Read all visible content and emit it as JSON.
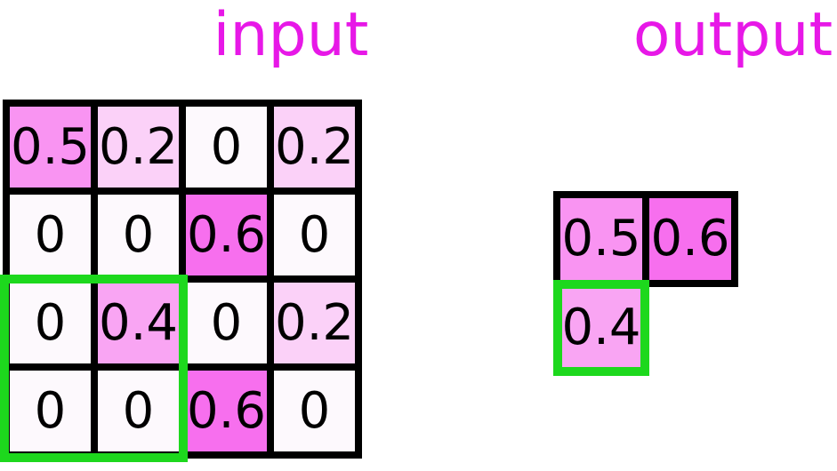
{
  "titles": {
    "input": "input",
    "output": "output"
  },
  "colors": {
    "title_text": "#e718e7",
    "cell_text": "#000000",
    "grid_border": "#000000",
    "highlight_border": "#1dd81d",
    "background": "#ffffff",
    "value_colors": {
      "0": "#fdf9fd",
      "0.2": "#fbd1f8",
      "0.4": "#f9a5f3",
      "0.5": "#f994f2",
      "0.6": "#f76fee"
    }
  },
  "input_grid": {
    "rows": [
      [
        "0.5",
        "0.2",
        "0",
        "0.2"
      ],
      [
        "0",
        "0",
        "0.6",
        "0"
      ],
      [
        "0",
        "0.4",
        "0",
        "0.2"
      ],
      [
        "0",
        "0",
        "0.6",
        "0"
      ]
    ],
    "highlighted_window": {
      "rows": "3-4",
      "cols": "1-2"
    }
  },
  "output_grid": {
    "top_row": [
      "0.5",
      "0.6"
    ],
    "highlighted_cell": "0.4"
  }
}
